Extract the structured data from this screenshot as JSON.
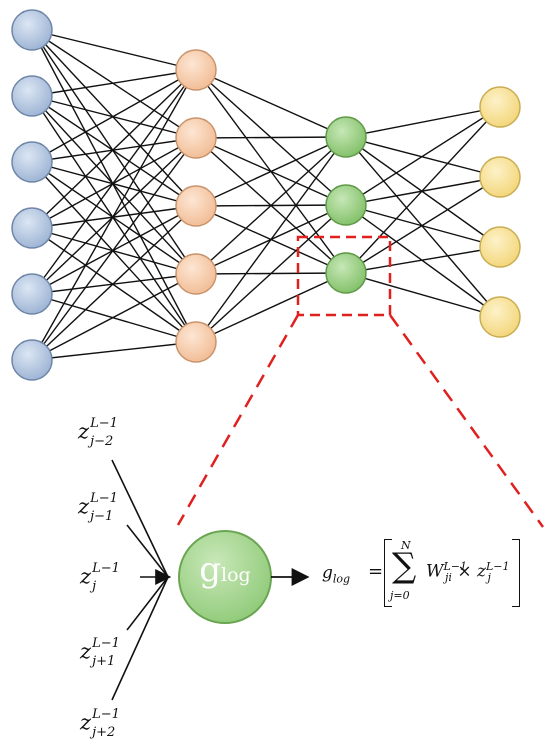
{
  "input_labels": [
    {
      "base": "z",
      "sup": "L−1",
      "sub": "j−2"
    },
    {
      "base": "z",
      "sup": "L−1",
      "sub": "j−1"
    },
    {
      "base": "z",
      "sup": "L−1",
      "sub": "j"
    },
    {
      "base": "z",
      "sup": "L−1",
      "sub": "j+1"
    },
    {
      "base": "z",
      "sup": "L−1",
      "sub": "j+2"
    }
  ],
  "node": {
    "main": "g",
    "sub": "log"
  },
  "formula": {
    "lhs_base": "g",
    "lhs_sub": "log",
    "equals": "=",
    "sum_upper": "N",
    "sum_lower": "j=0",
    "weight_base": "W",
    "weight_sup": "L−1",
    "weight_sub": "ji",
    "times": "×",
    "z_base": "z",
    "z_sup": "L−1",
    "z_sub": "j"
  },
  "network": {
    "layers": [
      {
        "count": 6,
        "color": "#a9bedb",
        "stroke": "#6f86a8"
      },
      {
        "count": 5,
        "color": "#f4c8a6",
        "stroke": "#c9946d"
      },
      {
        "count": 3,
        "color": "#93cc7c",
        "stroke": "#5e9a48"
      },
      {
        "count": 4,
        "color": "#f8e29a",
        "stroke": "#c9ad52"
      }
    ],
    "highlight_color": "#e0201f",
    "zoom_node_color": "#9fd38a"
  }
}
